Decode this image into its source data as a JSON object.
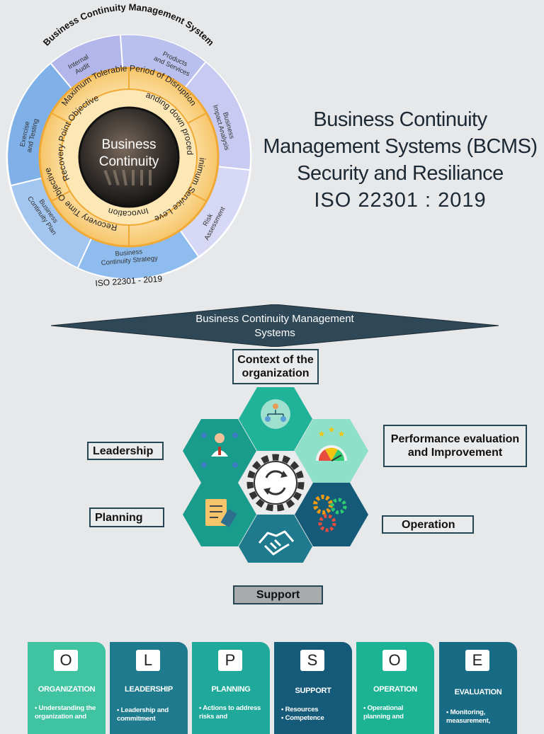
{
  "wheel": {
    "outer_title": "Business Continuity Management System",
    "footer": "ISO 22301 - 2019",
    "center": [
      "Business",
      "Continuity"
    ],
    "outer_segments": [
      [
        "Internal",
        "Audit"
      ],
      [
        "Products",
        "and Services"
      ],
      [
        "Business",
        "Impact Analysis"
      ],
      [
        "Risk",
        "Assessment"
      ],
      [
        "Business",
        "Continuity Strategy"
      ],
      [
        "Business",
        "Continuity Plan"
      ],
      [
        "Exercise",
        "and Testing"
      ]
    ],
    "ring_labels": [
      "Maximum Tolerable Period of Disruption",
      "Standing down procedure",
      "Minimum Service Levels",
      "Invocation",
      "Recovery Time Objective",
      "Recovery Point Objective"
    ]
  },
  "title": {
    "lines": [
      "Business Continuity",
      "Management Systems (BCMS)",
      "Security and Resiliance",
      "ISO 22301 : 2019"
    ]
  },
  "banner": {
    "lines": [
      "Business Continuity Management",
      "Systems"
    ]
  },
  "labels": {
    "context": [
      "Context of the",
      "organization"
    ],
    "leadership": "Leadership",
    "planning": "Planning",
    "performance": [
      "Performance evaluation",
      "and Improvement"
    ],
    "operation": "Operation",
    "support": "Support"
  },
  "hex_icons": [
    "org-chart-icon",
    "team-leader-icon",
    "gauge-stars-icon",
    "gear-cycle-icon",
    "checklist-icon",
    "gears-icon",
    "handshake-icon"
  ],
  "columns": [
    {
      "letter": "O",
      "heading": "ORGANIZATION",
      "items": [
        "Understanding the",
        "organization and"
      ],
      "color": "#3fc3a0"
    },
    {
      "letter": "L",
      "heading": "LEADERSHIP",
      "items": [
        "Leadership and",
        "commitment"
      ],
      "color": "#1e7a8c"
    },
    {
      "letter": "P",
      "heading": "PLANNING",
      "items": [
        "Actions to address",
        "risks and"
      ],
      "color": "#1fa99a"
    },
    {
      "letter": "S",
      "heading": "SUPPORT",
      "items": [
        "Resources",
        "Competence"
      ],
      "color": "#155a78"
    },
    {
      "letter": "O",
      "heading": "OPERATION",
      "items": [
        "Operational",
        "planning and"
      ],
      "color": "#1bb394"
    },
    {
      "letter": "E",
      "heading": "EVALUATION",
      "items": [
        "Monitoring,",
        "measurement,"
      ],
      "color": "#186b85"
    }
  ]
}
